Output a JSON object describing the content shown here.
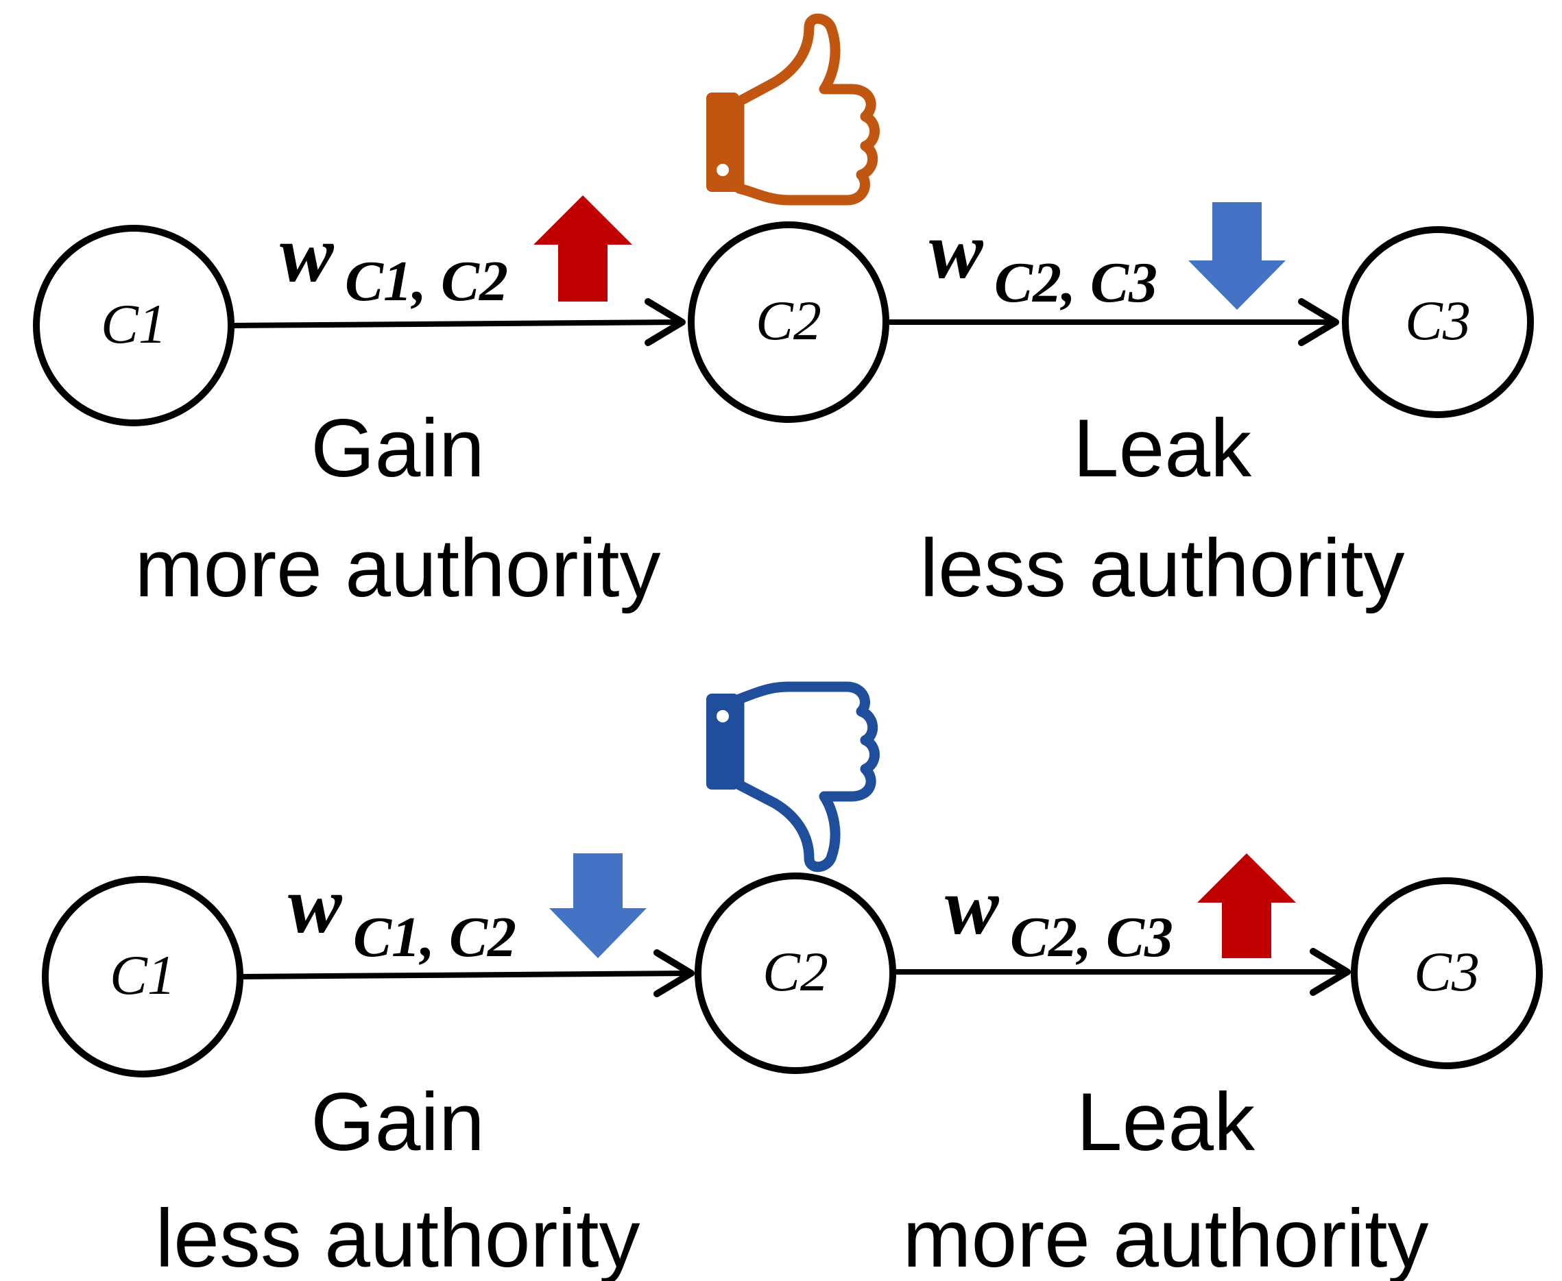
{
  "colors": {
    "up_arrow": "#c00000",
    "down_arrow": "#4472c4",
    "thumbs_up": "#c0560f",
    "thumbs_down": "#1f4f9c"
  },
  "rows": [
    {
      "verdict_icon": "thumbs-up-icon",
      "nodes": [
        "C1",
        "C2",
        "C3"
      ],
      "edges": [
        {
          "weight_symbol": "w",
          "weight_subscript": "C1, C2",
          "change": "up",
          "change_icon": "up-arrow-icon"
        },
        {
          "weight_symbol": "w",
          "weight_subscript": "C2, C3",
          "change": "down",
          "change_icon": "down-arrow-icon"
        }
      ],
      "captions": [
        {
          "line1": "Gain",
          "line2": "more authority"
        },
        {
          "line1": "Leak",
          "line2": "less authority"
        }
      ]
    },
    {
      "verdict_icon": "thumbs-down-icon",
      "nodes": [
        "C1",
        "C2",
        "C3"
      ],
      "edges": [
        {
          "weight_symbol": "w",
          "weight_subscript": "C1, C2",
          "change": "down",
          "change_icon": "down-arrow-icon"
        },
        {
          "weight_symbol": "w",
          "weight_subscript": "C2, C3",
          "change": "up",
          "change_icon": "up-arrow-icon"
        }
      ],
      "captions": [
        {
          "line1": "Gain",
          "line2": "less authority"
        },
        {
          "line1": "Leak",
          "line2": "more authority"
        }
      ]
    }
  ]
}
